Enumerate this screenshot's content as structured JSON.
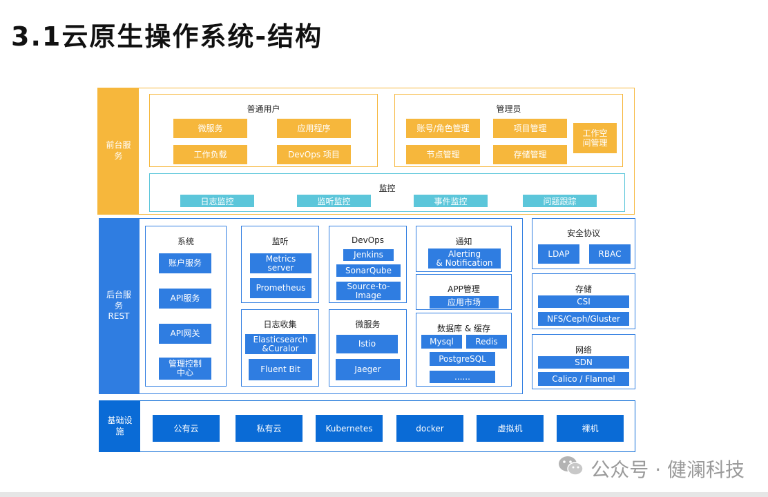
{
  "title": "3.1云原生操作系统-结构",
  "front": {
    "side_label": "前台服\n务",
    "normal_user": {
      "title": "普通用户",
      "items": [
        "微服务",
        "应用程序",
        "工作负载",
        "DevOps 项目"
      ]
    },
    "admin": {
      "title": "管理员",
      "items": [
        "账号/角色管理",
        "项目管理",
        "节点管理",
        "存储管理",
        "工作空\n间管理"
      ]
    },
    "monitor": {
      "title": "监控",
      "items": [
        "日志监控",
        "监听监控",
        "事件监控",
        "问题跟踪"
      ]
    }
  },
  "back": {
    "side_label": "后台服\n务\nREST",
    "system": {
      "title": "系统",
      "items": [
        "账户服务",
        "API服务",
        "API网关",
        "管理控制\n中心"
      ]
    },
    "listen": {
      "title": "监听",
      "items": [
        "Metrics\nserver",
        "Prometheus"
      ]
    },
    "devops": {
      "title": "DevOps",
      "items": [
        "Jenkins",
        "SonarQube",
        "Source-to-\nImage"
      ]
    },
    "notify": {
      "title": "通知",
      "items": [
        "Alerting\n& Notification"
      ]
    },
    "log": {
      "title": "日志收集",
      "items": [
        "Elasticsearch\n&Curalor",
        "Fluent Bit"
      ]
    },
    "micro": {
      "title": "微服务",
      "items": [
        "Istio",
        "Jaeger"
      ]
    },
    "app": {
      "title": "APP管理",
      "items": [
        "应用市场"
      ]
    },
    "db": {
      "title": "数据库 & 缓存",
      "items": [
        "Mysql",
        "Redis",
        "PostgreSQL",
        "......"
      ]
    },
    "security": {
      "title": "安全协议",
      "items": [
        "LDAP",
        "RBAC"
      ]
    },
    "storage": {
      "title": "存储",
      "items": [
        "CSI",
        "NFS/Ceph/Gluster"
      ]
    },
    "network": {
      "title": "网络",
      "items": [
        "SDN",
        "Calico / Flannel"
      ]
    }
  },
  "infra": {
    "side_label": "基础设\n施",
    "items": [
      "公有云",
      "私有云",
      "Kubernetes",
      "docker",
      "虚拟机",
      "裸机"
    ]
  },
  "watermark": "公众号 · 健澜科技",
  "colors": {
    "front_orange": "#f6b73c",
    "monitor_cyan": "#5cc6da",
    "back_blue": "#2f7de1",
    "infra_blue": "#0a6bd6"
  }
}
